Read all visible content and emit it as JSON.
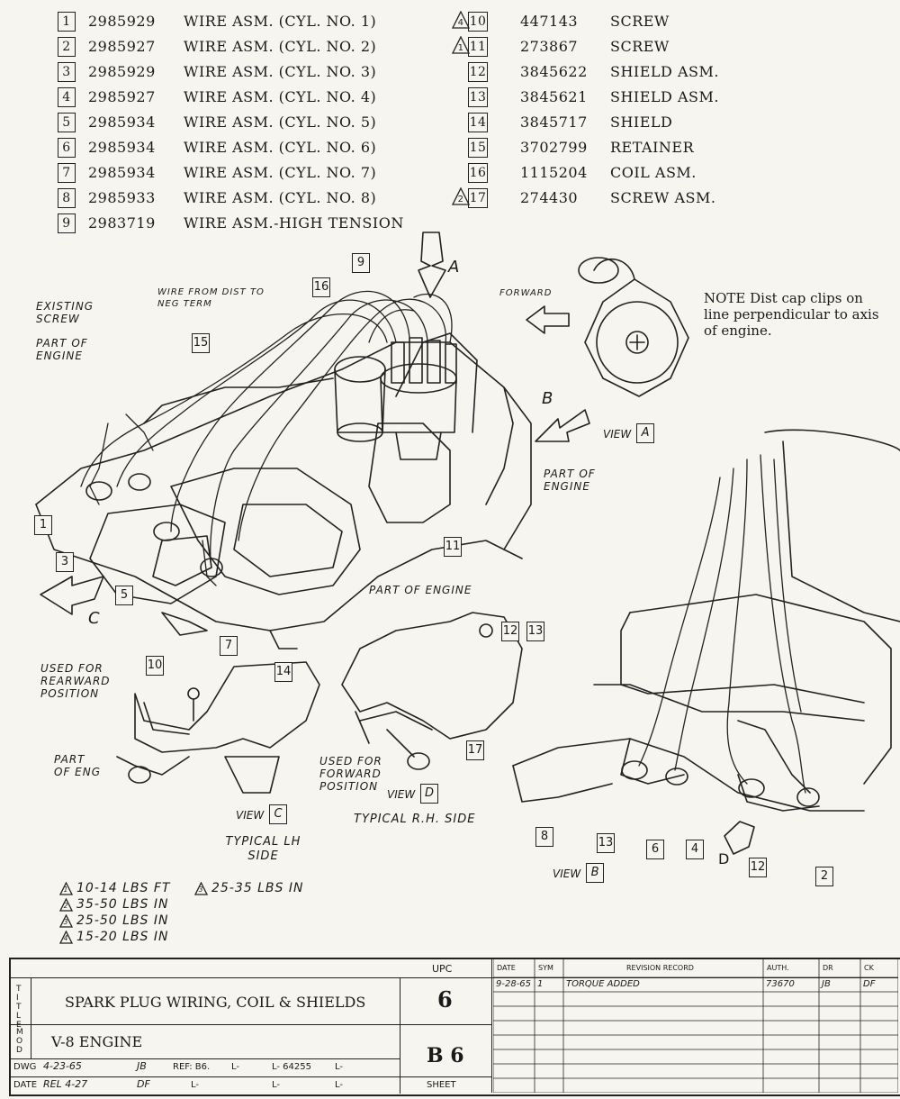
{
  "parts_left": [
    {
      "no": "1",
      "part": "2985929",
      "desc": "WIRE ASM. (CYL. NO. 1)"
    },
    {
      "no": "2",
      "part": "2985927",
      "desc": "WIRE ASM. (CYL. NO. 2)"
    },
    {
      "no": "3",
      "part": "2985929",
      "desc": "WIRE ASM. (CYL. NO. 3)"
    },
    {
      "no": "4",
      "part": "2985927",
      "desc": "WIRE ASM. (CYL. NO. 4)"
    },
    {
      "no": "5",
      "part": "2985934",
      "desc": "WIRE ASM. (CYL. NO. 5)"
    },
    {
      "no": "6",
      "part": "2985934",
      "desc": "WIRE ASM. (CYL. NO. 6)"
    },
    {
      "no": "7",
      "part": "2985934",
      "desc": "WIRE ASM. (CYL. NO. 7)"
    },
    {
      "no": "8",
      "part": "2985933",
      "desc": "WIRE ASM. (CYL. NO. 8)"
    },
    {
      "no": "9",
      "part": "2983719",
      "desc": "WIRE ASM.-HIGH TENSION"
    }
  ],
  "parts_right": [
    {
      "flag": "4",
      "no": "10",
      "part": "447143",
      "desc": "SCREW"
    },
    {
      "flag": "1",
      "no": "11",
      "part": "273867",
      "desc": "SCREW"
    },
    {
      "flag": "",
      "no": "12",
      "part": "3845622",
      "desc": "SHIELD ASM."
    },
    {
      "flag": "",
      "no": "13",
      "part": "3845621",
      "desc": "SHIELD ASM."
    },
    {
      "flag": "",
      "no": "14",
      "part": "3845717",
      "desc": "SHIELD"
    },
    {
      "flag": "",
      "no": "15",
      "part": "3702799",
      "desc": "RETAINER"
    },
    {
      "flag": "",
      "no": "16",
      "part": "1115204",
      "desc": "COIL ASM."
    },
    {
      "flag": "2",
      "no": "17",
      "part": "274430",
      "desc": "SCREW ASM."
    }
  ],
  "note": {
    "line1": "NOTE   Dist cap clips on",
    "line2": "line perpendicular to axis",
    "line3": "of engine."
  },
  "labels": {
    "existing_screw": "EXISTING SCREW",
    "part_of_engine": "PART OF ENGINE",
    "wire_from_dist": "WIRE FROM DIST TO NEG TERM",
    "forward": "FORWARD",
    "part_of_engine_2": "PART OF ENGINE",
    "part_of_engine_3": "PART OF ENGINE",
    "used_rearward": "USED FOR REARWARD POSITION",
    "part_of_eng": "PART OF ENG",
    "used_forward": "USED FOR FORWARD POSITION",
    "typical_rh": "TYPICAL R.H. SIDE",
    "typical_lh": "TYPICAL LH SIDE",
    "view_word": "VIEW",
    "view_a": "A",
    "view_b": "B",
    "view_c": "C",
    "view_d": "D",
    "arrow_a": "A",
    "arrow_b": "B",
    "arrow_c": "C",
    "arrow_d": "D"
  },
  "torque_notes": [
    {
      "flag": "1",
      "text": "10-14 LBS FT"
    },
    {
      "flag": "3",
      "text": "25-35 LBS IN"
    },
    {
      "flag": "2",
      "text": "35-50 LBS IN"
    },
    {
      "flag": "3",
      "text": "25-50 LBS IN"
    },
    {
      "flag": "4",
      "text": "15-20 LBS IN"
    }
  ],
  "title_block": {
    "title_label": "TITLE",
    "title": "SPARK PLUG WIRING, COIL & SHIELDS",
    "mod_label": "MOD",
    "model": "V-8 ENGINE",
    "upc_label": "UPC",
    "upc": "6",
    "sheet_code": "B 6",
    "sheet_label": "SHEET",
    "dwg_label": "DWG",
    "dwg_date": "4-23-65",
    "dwg_by": "JB",
    "ref": "REF: B6.",
    "ref_l": "L-",
    "ref_l2": "L- 64255",
    "ref_l3": "L-",
    "date_label": "DATE",
    "date_rel": "REL 4-27",
    "date_by": "DF",
    "date_l1": "L-",
    "date_l2": "L-",
    "date_l3": "L-",
    "rev_headers": {
      "date": "DATE",
      "sym": "SYM",
      "record": "REVISION RECORD",
      "auth": "AUTH.",
      "dr": "DR",
      "ck": "CK"
    },
    "revisions": [
      {
        "date": "9-28-65",
        "sym": "1",
        "record": "TORQUE ADDED",
        "auth": "73670",
        "dr": "JB",
        "ck": "DF"
      }
    ]
  }
}
